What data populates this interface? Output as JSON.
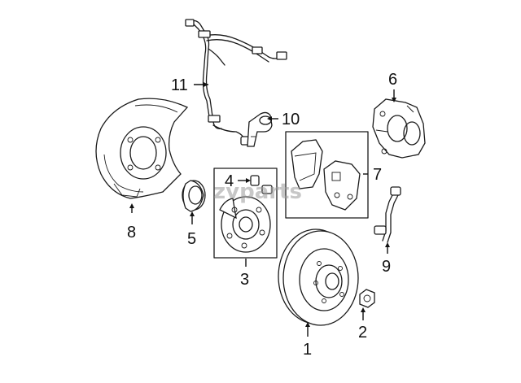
{
  "watermark": "zvparts",
  "callouts": [
    {
      "id": "1",
      "label": "1"
    },
    {
      "id": "2",
      "label": "2"
    },
    {
      "id": "3",
      "label": "3"
    },
    {
      "id": "4",
      "label": "4"
    },
    {
      "id": "5",
      "label": "5"
    },
    {
      "id": "6",
      "label": "6"
    },
    {
      "id": "7",
      "label": "7"
    },
    {
      "id": "8",
      "label": "8"
    },
    {
      "id": "9",
      "label": "9"
    },
    {
      "id": "10",
      "label": "10"
    },
    {
      "id": "11",
      "label": "11"
    }
  ]
}
